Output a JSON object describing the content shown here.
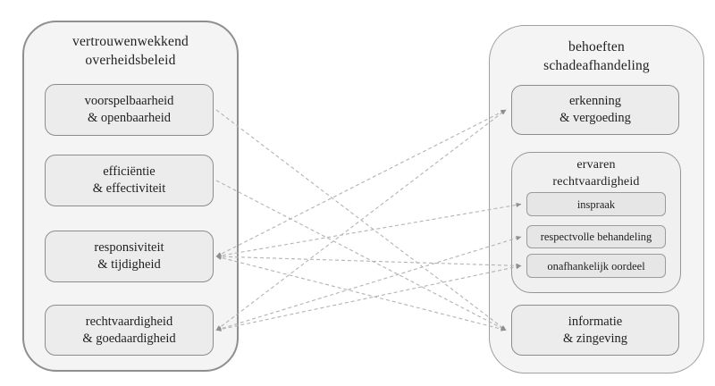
{
  "colors": {
    "panel_fill": "#f4f4f4",
    "panel_border": "#8f8f8f",
    "box_fill": "#ececec",
    "box_border": "#8c8c8c",
    "subbox_fill": "#e6e6e6",
    "line": "#b3b3b3",
    "arrow": "#8f8f8f",
    "text": "#1f1f1f"
  },
  "left_panel": {
    "title_lines": [
      "vertrouwenwekkend",
      "overheidsbeleid"
    ],
    "boxes": [
      {
        "id": "voorspelbaarheid",
        "lines": [
          "voorspelbaarheid",
          "& openbaarheid"
        ]
      },
      {
        "id": "efficientie",
        "lines": [
          "efficiëntie",
          "& effectiviteit"
        ]
      },
      {
        "id": "responsiviteit",
        "lines": [
          "responsiviteit",
          "& tijdigheid"
        ]
      },
      {
        "id": "rechtvaardigheid",
        "lines": [
          "rechtvaardigheid",
          "& goedaardigheid"
        ]
      }
    ]
  },
  "right_panel": {
    "title_lines": [
      "behoeften",
      "schadeafhandeling"
    ],
    "boxes": [
      {
        "id": "erkenning",
        "lines": [
          "erkenning",
          "& vergoeding"
        ]
      },
      {
        "id": "informatie",
        "lines": [
          "informatie",
          "& zingeving"
        ]
      }
    ],
    "subpanel": {
      "id": "ervaren",
      "title_lines": [
        "ervaren",
        "rechtvaardigheid"
      ],
      "boxes": [
        {
          "id": "inspraak",
          "label": "inspraak"
        },
        {
          "id": "respectvolle",
          "label": "respectvolle behandeling"
        },
        {
          "id": "onafhankelijk",
          "label": "onafhankelijk oordeel"
        }
      ]
    }
  },
  "connections": [
    {
      "from": "voorspelbaarheid",
      "to": "informatie",
      "arrow_start": false
    },
    {
      "from": "efficientie",
      "to": "informatie",
      "arrow_start": false
    },
    {
      "from": "responsiviteit",
      "to": "erkenning",
      "arrow_start": true
    },
    {
      "from": "responsiviteit",
      "to": "inspraak",
      "arrow_start": true
    },
    {
      "from": "responsiviteit",
      "to": "onafhankelijk",
      "arrow_start": true
    },
    {
      "from": "responsiviteit",
      "to": "informatie",
      "arrow_start": true
    },
    {
      "from": "rechtvaardigheid",
      "to": "erkenning",
      "arrow_start": true
    },
    {
      "from": "rechtvaardigheid",
      "to": "respectvolle",
      "arrow_start": true
    },
    {
      "from": "rechtvaardigheid",
      "to": "onafhankelijk",
      "arrow_start": true
    }
  ]
}
